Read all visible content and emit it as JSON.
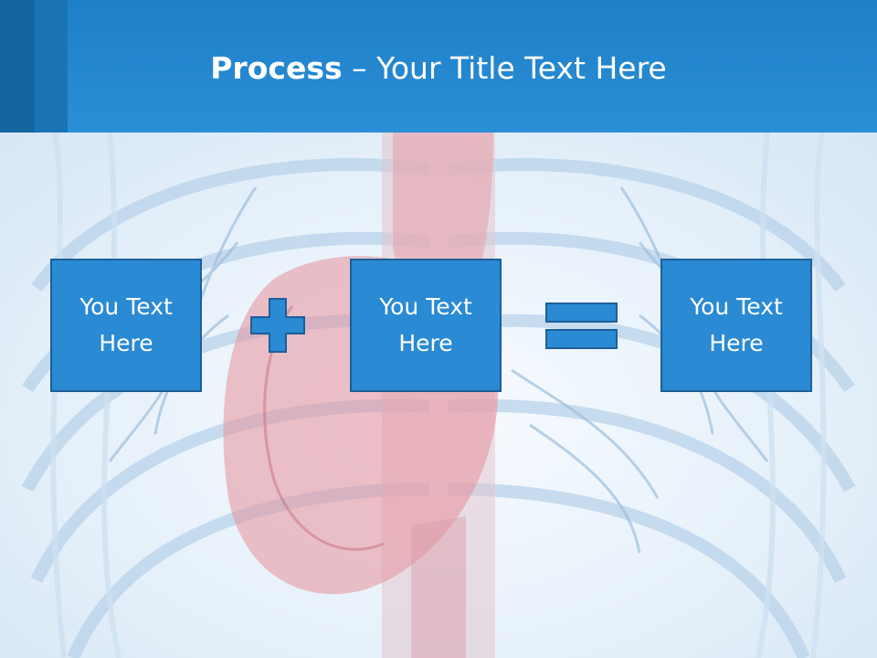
{
  "slide": {
    "title_bold": "Process",
    "title_rest": " – Your Title Text Here"
  },
  "boxes": [
    {
      "text": "You Text Here"
    },
    {
      "text": "You Text Here"
    },
    {
      "text": "You Text Here"
    }
  ],
  "operators": [
    "plus-icon",
    "equals-icon"
  ],
  "colors": {
    "header": "#2a8fd6",
    "box_fill": "#2a8ad3",
    "box_border": "#1d5f99"
  }
}
